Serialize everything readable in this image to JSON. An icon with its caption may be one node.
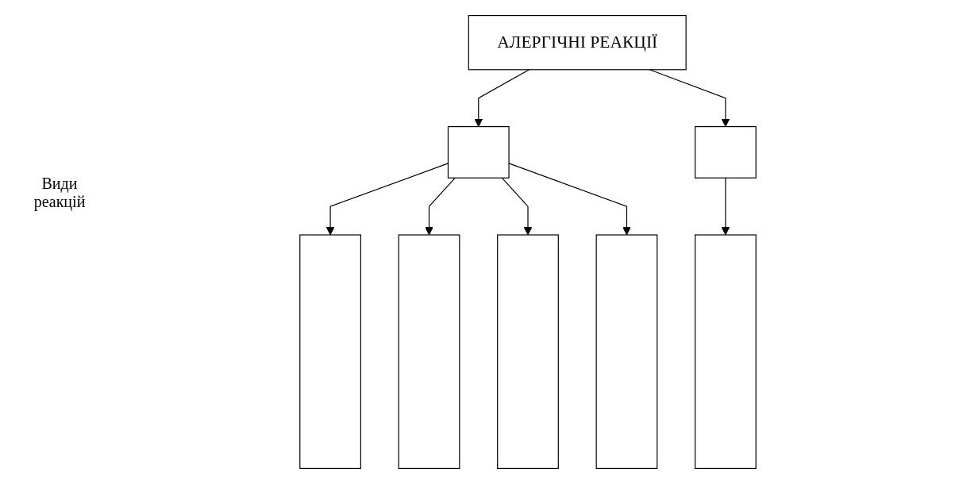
{
  "diagram": {
    "nodes": [
      {
        "text": [
          "АЛЕРГІЧНІ РЕАКЦІЇ"
        ]
      },
      {
        "text": [],
        "shape": "box"
      },
      {
        "text": [],
        "shape": "box"
      },
      {
        "text": [],
        "shape": "bar"
      },
      {
        "text": [],
        "shape": "bar"
      },
      {
        "text": [],
        "shape": "bar"
      },
      {
        "text": [],
        "shape": "bar"
      },
      {
        "text": [],
        "shape": "bar"
      }
    ],
    "edges": [
      {
        "from": 0,
        "to": 1,
        "arrow": "to"
      },
      {
        "from": 0,
        "to": 2,
        "arrow": "to"
      },
      {
        "from": 1,
        "to": 3,
        "arrow": "to"
      },
      {
        "from": 1,
        "to": 4,
        "arrow": "to"
      },
      {
        "from": 1,
        "to": 5,
        "arrow": "to"
      },
      {
        "from": 1,
        "to": 6,
        "arrow": "to"
      },
      {
        "from": 2,
        "to": 7,
        "arrow": "to"
      }
    ],
    "labels": [
      "Види реакцій"
    ]
  }
}
